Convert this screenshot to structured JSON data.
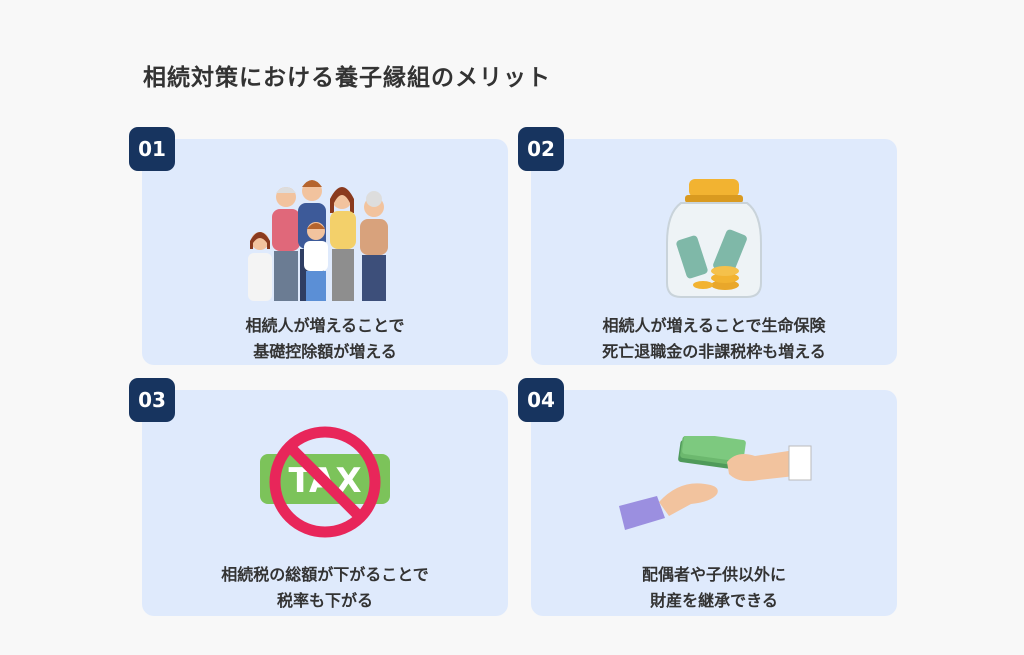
{
  "title": "相続対策における養子縁組のメリット",
  "cards": [
    {
      "number": "01",
      "lines": [
        "相続人が増えることで",
        "基礎控除額が増える"
      ],
      "illustration": "family-icon"
    },
    {
      "number": "02",
      "lines": [
        "相続人が増えることで生命保険",
        "死亡退職金の非課税枠も増える"
      ],
      "illustration": "money-jar-icon"
    },
    {
      "number": "03",
      "lines": [
        "相続税の総額が下がることで",
        "税率も下がる"
      ],
      "illustration": "no-tax-icon",
      "sign_text": "TAX"
    },
    {
      "number": "04",
      "lines": [
        "配偶者や子供以外に",
        "財産を継承できる"
      ],
      "illustration": "money-handover-icon"
    }
  ],
  "colors": {
    "badge": "#17345f",
    "card": "#dfeafc",
    "tax_green": "#7cc35a",
    "prohibit_red": "#e8265a"
  }
}
